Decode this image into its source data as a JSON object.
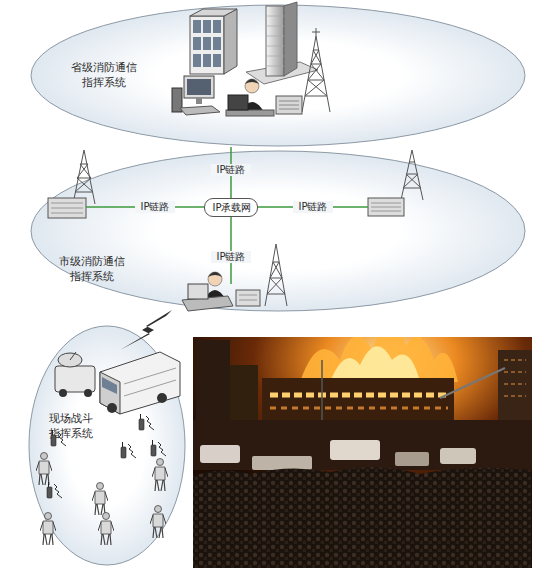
{
  "diagram": {
    "nodes": [
      {
        "text": [
          "省级消防通信 指挥系统"
        ]
      },
      {
        "text": [
          "市级消防通信 指挥系统"
        ]
      },
      {
        "text": [
          "IP承载网"
        ],
        "in": 1
      },
      {
        "text": [
          "现场战斗 指挥系统"
        ]
      }
    ],
    "edges": [
      {
        "from": 0,
        "to": 2,
        "arrow": "none",
        "label": "IP链路"
      }
    ],
    "labels": [
      "IP链路",
      "IP链路",
      "IP链路"
    ]
  }
}
